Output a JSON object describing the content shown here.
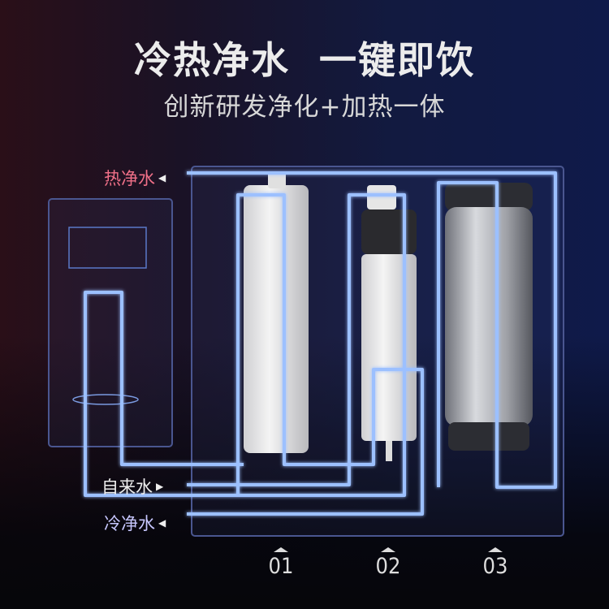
{
  "header": {
    "title_part1": "冷热净水",
    "title_part2": "一键即饮",
    "subtitle": "创新研发净化+加热一体"
  },
  "labels": {
    "hot": "热净水",
    "tap": "自来水",
    "cold": "冷净水"
  },
  "filters": [
    {
      "number": "01"
    },
    {
      "number": "02"
    },
    {
      "number": "03"
    }
  ],
  "colors": {
    "hot": "#f07088",
    "tap": "#eeeeee",
    "cold": "#c8c8ff",
    "pipe": "#9cc0ff"
  }
}
